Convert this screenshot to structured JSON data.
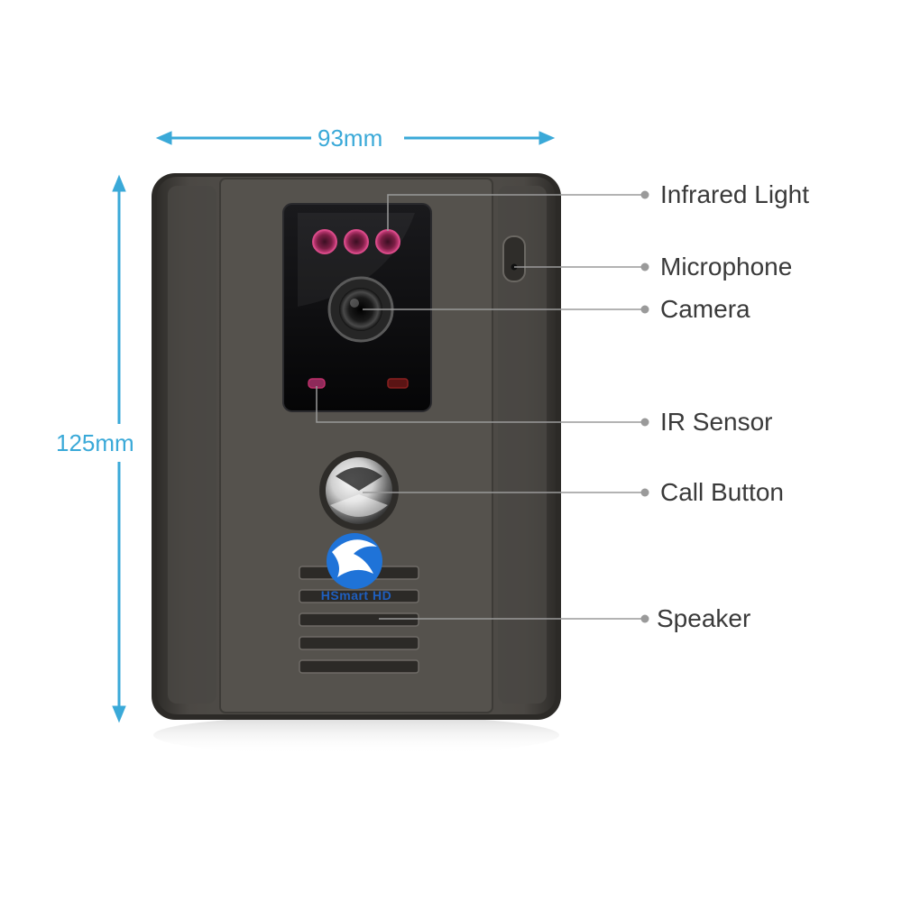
{
  "dimensions": {
    "width_label": "93mm",
    "height_label": "125mm"
  },
  "callouts": [
    {
      "id": "infrared-light",
      "label": "Infrared Light"
    },
    {
      "id": "microphone",
      "label": "Microphone"
    },
    {
      "id": "camera",
      "label": "Camera"
    },
    {
      "id": "ir-sensor",
      "label": "IR Sensor"
    },
    {
      "id": "call-button",
      "label": "Call Button"
    },
    {
      "id": "speaker",
      "label": "Speaker"
    }
  ],
  "logo": {
    "text": "HSmart HD"
  },
  "colors": {
    "dimension": "#3aa9d8",
    "callout_line": "#9a9a9a",
    "callout_text": "#3a3a3a",
    "body_dark": "#3f3c38",
    "body_mid": "#56534e",
    "panel": "#0c0c0e",
    "ir_led": "#c0306a",
    "logo_blue": "#1f5fbf"
  },
  "icons": [
    "camera-lens-icon",
    "call-button-icon",
    "logo-icon"
  ]
}
